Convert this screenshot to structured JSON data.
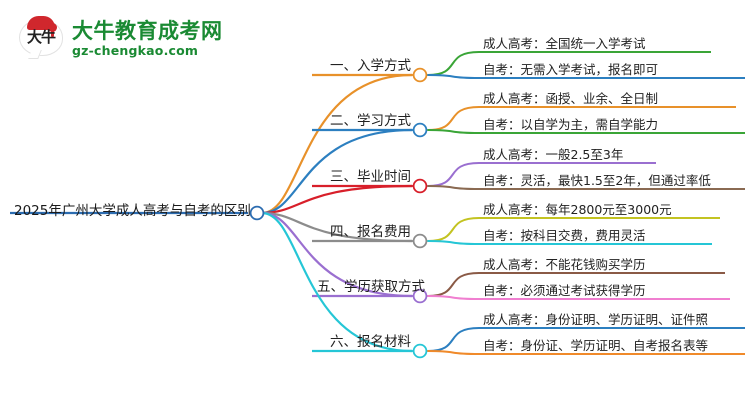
{
  "logo": {
    "mark_text": "大牛",
    "title": "大牛教育成考网",
    "url": "gz-chengkao.com",
    "brand_green": "#1a8a33",
    "brand_red": "#d0272d"
  },
  "mindmap": {
    "root": {
      "label": "2025年广州大学成人高考与自考的区别",
      "color": "#2c6cb0"
    },
    "branches": [
      {
        "label": "一、入学方式",
        "color": "#e8912a",
        "children": [
          {
            "label": "成人高考：全国统一入学考试",
            "color": "#3aa537"
          },
          {
            "label": "自考：无需入学考试，报名即可",
            "color": "#2c7fc0"
          }
        ]
      },
      {
        "label": "二、学习方式",
        "color": "#2c7fc0",
        "children": [
          {
            "label": "成人高考：函授、业余、全日制",
            "color": "#e8912a"
          },
          {
            "label": "自考：以自学为主，需自学能力",
            "color": "#3aa537"
          }
        ]
      },
      {
        "label": "三、毕业时间",
        "color": "#d81f2a",
        "children": [
          {
            "label": "成人高考：一般2.5至3年",
            "color": "#9a6fd0"
          },
          {
            "label": "自考：灵活，最快1.5至2年，但通过率低",
            "color": "#8a6a52"
          }
        ]
      },
      {
        "label": "四、报名费用",
        "color": "#8c8c8c",
        "children": [
          {
            "label": "成人高考：每年2800元至3000元",
            "color": "#c3c321"
          },
          {
            "label": "自考：按科目交费，费用灵活",
            "color": "#25c6d6"
          }
        ]
      },
      {
        "label": "五、学历获取方式",
        "color": "#9a6fd0",
        "children": [
          {
            "label": "成人高考：不能花钱购买学历",
            "color": "#8a5a46"
          },
          {
            "label": "自考：必须通过考试获得学历",
            "color": "#f07fd0"
          }
        ]
      },
      {
        "label": "六、报名材料",
        "color": "#25c6d6",
        "children": [
          {
            "label": "成人高考：身份证明、学历证明、证件照",
            "color": "#2c7fc0"
          },
          {
            "label": "自考：身份证、学历证明、自考报名表等",
            "color": "#f08a2a"
          }
        ]
      }
    ]
  }
}
